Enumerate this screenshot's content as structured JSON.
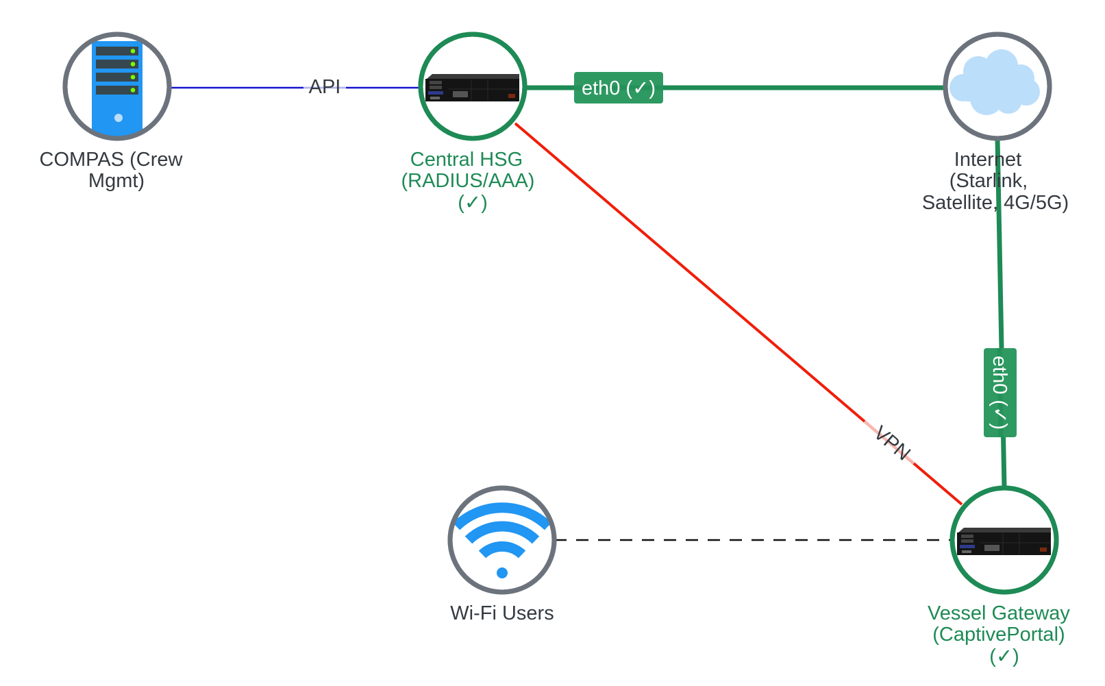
{
  "colors": {
    "ok_green": "#1e8a55",
    "neutral_gray": "#6c737c",
    "text_dark": "#343a40",
    "api_blue": "#1414d0",
    "vpn_red": "#f01e0a",
    "dashed_black": "#111111",
    "label_badge_green": "#2e9a62",
    "label_badge_text": "#ffffff"
  },
  "nodes": [
    {
      "id": "compas",
      "icon": "server-tower-icon",
      "status": "neutral",
      "label_lines": [
        "COMPAS (Crew",
        "Mgmt)"
      ]
    },
    {
      "id": "central-hsg",
      "icon": "rack-appliance-icon",
      "status": "ok",
      "label_lines": [
        "Central HSG",
        "(RADIUS/AAA)",
        "(✓)"
      ]
    },
    {
      "id": "internet",
      "icon": "cloud-icon",
      "status": "neutral",
      "label_lines": [
        "Internet",
        "(Starlink,",
        "Satellite, 4G/5G)"
      ]
    },
    {
      "id": "wifi-users",
      "icon": "wifi-icon",
      "status": "neutral",
      "label_lines": [
        "Wi-Fi Users"
      ]
    },
    {
      "id": "vessel-gateway",
      "icon": "rack-appliance-icon",
      "status": "ok",
      "label_lines": [
        "Vessel Gateway",
        "(CaptivePortal)",
        "(✓)"
      ]
    }
  ],
  "edges": [
    {
      "id": "compas-hsg",
      "from": "compas",
      "to": "central-hsg",
      "style": "api",
      "label": "API"
    },
    {
      "id": "hsg-internet",
      "from": "central-hsg",
      "to": "internet",
      "style": "ok",
      "label": "eth0 (✓)"
    },
    {
      "id": "internet-vessel",
      "from": "internet",
      "to": "vessel-gateway",
      "style": "ok",
      "label": "eth0 (✓)"
    },
    {
      "id": "hsg-vessel",
      "from": "central-hsg",
      "to": "vessel-gateway",
      "style": "vpn",
      "label": "VPN"
    },
    {
      "id": "wifi-vessel",
      "from": "wifi-users",
      "to": "vessel-gateway",
      "style": "dashed",
      "label": ""
    }
  ]
}
